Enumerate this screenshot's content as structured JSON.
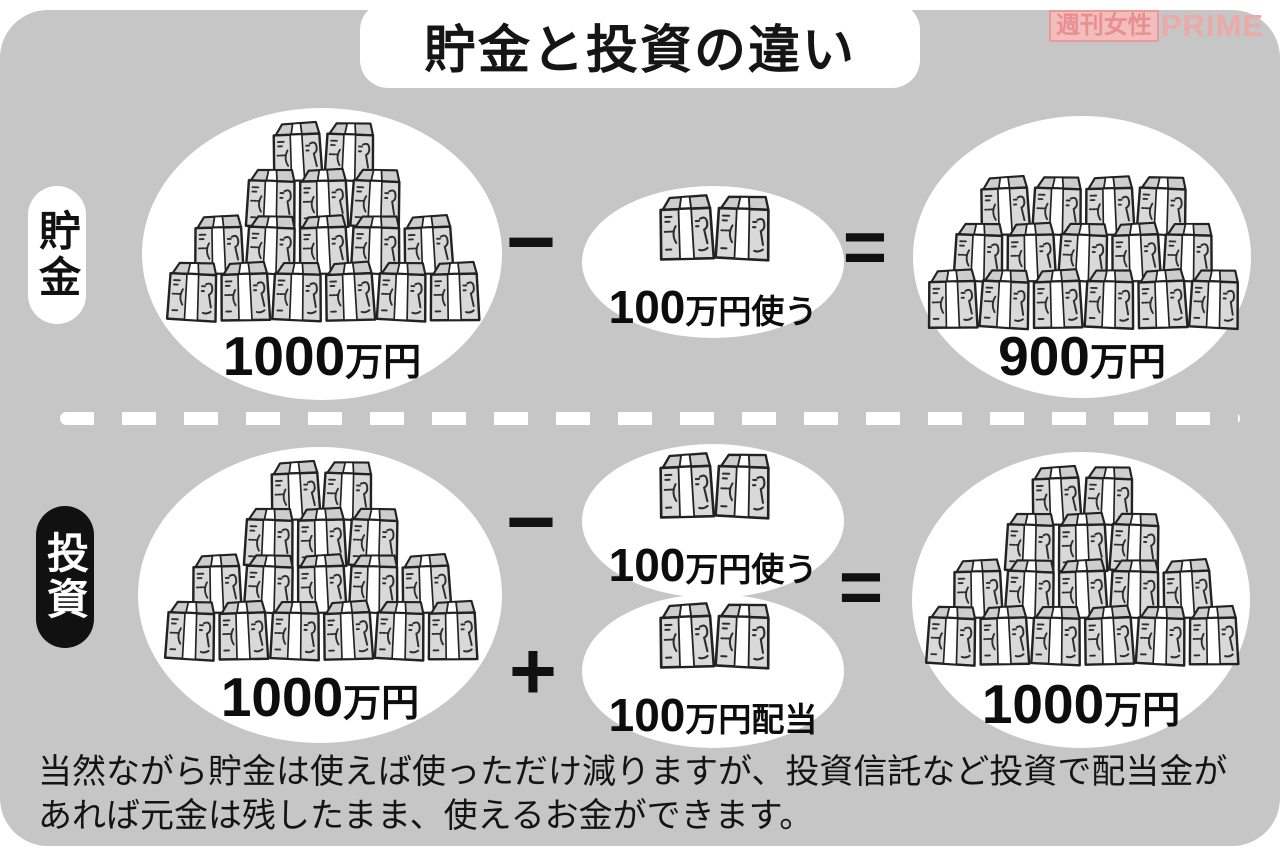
{
  "title": "貯金と投資の違い",
  "watermark": {
    "brand_boxed": "週刊女性",
    "brand_plain": "PRIME"
  },
  "savings_row": {
    "label": "貯金",
    "initial_value": "1000",
    "initial_unit": "万円",
    "spend_value": "100",
    "spend_unit": "万円使う",
    "result_value": "900",
    "result_unit": "万円"
  },
  "investment_row": {
    "label": "投資",
    "initial_value": "1000",
    "initial_unit": "万円",
    "spend_value": "100",
    "spend_unit": "万円使う",
    "dividend_value": "100",
    "dividend_unit": "万円配当",
    "result_value": "1000",
    "result_unit": "万円"
  },
  "operators": {
    "minus": "−",
    "plus": "+",
    "equals": "="
  },
  "caption": {
    "line1": "当然ながら貯金は使えば使っただけ減りますが、投資信託など投資で配当金が",
    "line2": "あれば元金は残したまま、使えるお金ができます。"
  },
  "icons": {
    "money_stack_full": "pyramid of banknote bundles",
    "money_stack_truncated": "flat-top pile of banknote bundles",
    "money_bundle_pair": "two banknote bundles"
  },
  "colors": {
    "card_bg": "#c6c6c6",
    "ellipse_bg": "#ffffff",
    "text": "#141414",
    "invest_pill_bg": "#111111",
    "watermark_pink": "#ea9a9a",
    "bundle_fill": "#d9d9d9",
    "bundle_outline": "#222222"
  }
}
